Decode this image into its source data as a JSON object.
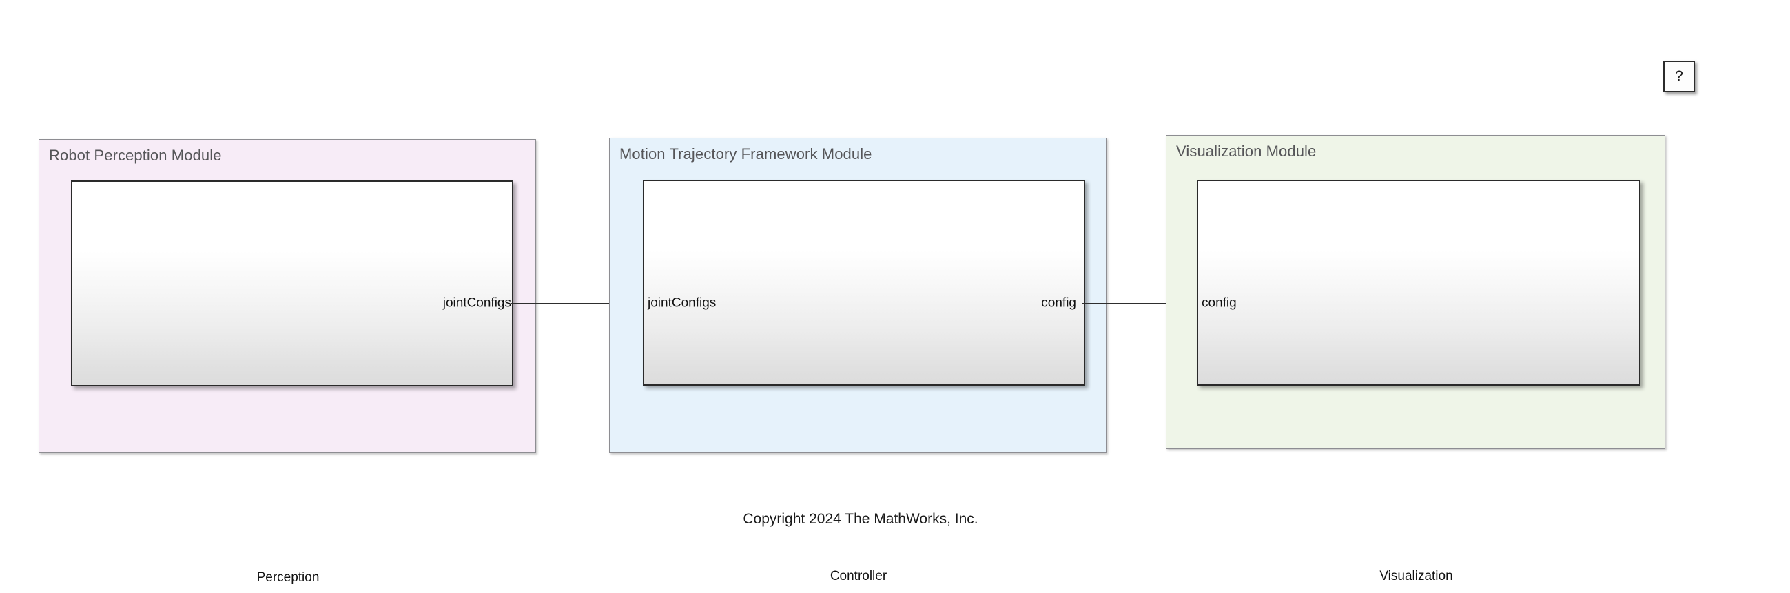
{
  "diagram": {
    "type": "simulink-block-diagram",
    "background_color": "#ffffff",
    "copyright": "Copyright 2024 The MathWorks, Inc.",
    "help_button_label": "?"
  },
  "modules": [
    {
      "title": "Robot Perception Module",
      "fill_color": "#f7ecf7",
      "border_color": "#8d8d92",
      "title_color": "#555558",
      "block": {
        "name": "Perception",
        "output_port_label": "jointConfigs",
        "input_port_label": ""
      }
    },
    {
      "title": "Motion Trajectory Framework Module",
      "fill_color": "#e6f2fb",
      "border_color": "#8d8d92",
      "title_color": "#555558",
      "block": {
        "name": "Controller",
        "input_port_label": "jointConfigs",
        "output_port_label": "config"
      }
    },
    {
      "title": "Visualization Module",
      "fill_color": "#eff5e8",
      "border_color": "#8d8d92",
      "title_color": "#555558",
      "block": {
        "name": "Visualization",
        "input_port_label": "config",
        "output_port_label": ""
      }
    }
  ],
  "signals": [
    {
      "label": "jointConfigs",
      "from": "Perception",
      "to": "Controller"
    },
    {
      "label": "config",
      "from": "Controller",
      "to": "Visualization"
    }
  ]
}
